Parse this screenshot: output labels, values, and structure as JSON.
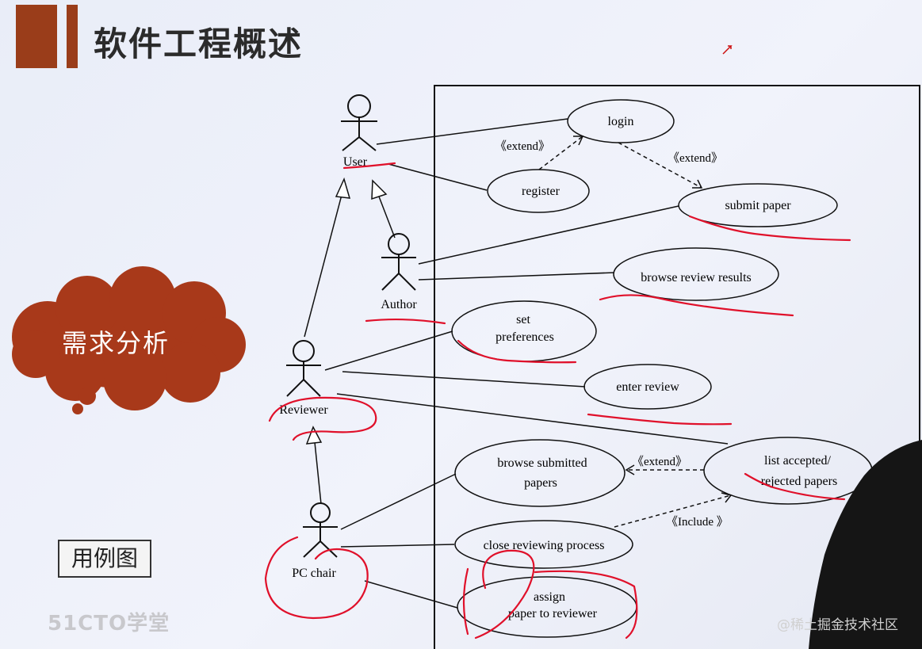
{
  "slide": {
    "title": "软件工程概述",
    "cloud_text": "需求分析",
    "label_box": "用例图",
    "logo": "51CTO学堂",
    "watermark": "@稀土掘金技术社区",
    "colors": {
      "accent": "#9a3d1a",
      "annotation": "#e0102a",
      "cloud": "#a8391a"
    }
  },
  "diagram": {
    "actors": [
      {
        "id": "user",
        "label": "User"
      },
      {
        "id": "author",
        "label": "Author"
      },
      {
        "id": "reviewer",
        "label": "Reviewer"
      },
      {
        "id": "pc_chair",
        "label": "PC chair"
      }
    ],
    "use_cases": [
      {
        "id": "login",
        "lines": [
          "login"
        ]
      },
      {
        "id": "register",
        "lines": [
          "register"
        ]
      },
      {
        "id": "submit_paper",
        "lines": [
          "submit paper"
        ]
      },
      {
        "id": "browse_review_results",
        "lines": [
          "browse review results"
        ]
      },
      {
        "id": "set_preferences",
        "lines": [
          "set",
          "preferences"
        ]
      },
      {
        "id": "enter_review",
        "lines": [
          "enter review"
        ]
      },
      {
        "id": "browse_submitted_papers",
        "lines": [
          "browse submitted",
          "papers"
        ]
      },
      {
        "id": "list_accepted_rejected",
        "lines": [
          "list accepted/",
          "rejected  papers"
        ]
      },
      {
        "id": "close_reviewing_process",
        "lines": [
          "close  reviewing  process"
        ]
      },
      {
        "id": "assign_paper",
        "lines": [
          "assign",
          "paper  to reviewer"
        ]
      }
    ],
    "stereotypes": {
      "extend_register_login": "《extend》",
      "extend_login_submit": "《extend》",
      "extend_list_browse": "《extend》",
      "include_close_list": "《Include 》"
    }
  }
}
